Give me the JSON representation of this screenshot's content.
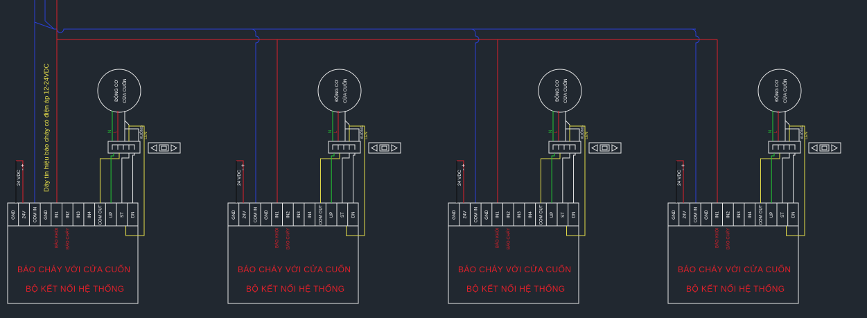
{
  "colors": {
    "background": "#212830",
    "wire_red": "#e0202a",
    "wire_blue": "#2a3fd6",
    "wire_green": "#22cc33",
    "wire_yellow": "#e8e04a",
    "wire_white": "#e8e8e8",
    "wire_black": "#0a0a0a",
    "label_yellow": "#e8e04a",
    "label_red": "#e0202a"
  },
  "diagram": {
    "signal_note": "Dây tín hiệu báo cháy có điện áp 12-24VDC",
    "units": [
      {
        "power_label": "24 VDC",
        "power_polarity": [
          "-",
          "+"
        ],
        "motor_label": [
          "ĐỘNG CƠ",
          "CỬA CUỐN"
        ],
        "motor_wire_labels": [
          "N",
          "L",
          "XUỐNG",
          "LÊN"
        ],
        "terminals": [
          "GND",
          "24V",
          "COM IN",
          "GND",
          "IN1",
          "IN2",
          "IN3",
          "IN4",
          "COM OUT",
          "UP",
          "ST",
          "DN"
        ],
        "input_labels": [
          "BÁO KHÓI",
          "BÁO CHÁY"
        ],
        "title_line1": "BÁO  CHÁY VỚI CỬA CUỐN",
        "title_line2": "BỘ KẾT NỐI HỆ THỐNG"
      },
      {
        "power_label": "24 VDC",
        "power_polarity": [
          "-",
          "+"
        ],
        "motor_label": [
          "ĐỘNG CƠ",
          "CỬA CUỐN"
        ],
        "motor_wire_labels": [
          "N",
          "L",
          "XUỐNG",
          "LÊN"
        ],
        "terminals": [
          "GND",
          "24V",
          "COM IN",
          "GND",
          "IN1",
          "IN2",
          "IN3",
          "IN4",
          "COM OUT",
          "UP",
          "ST",
          "DN"
        ],
        "input_labels": [
          "BÁO KHÓI",
          "BÁO CHÁY"
        ],
        "title_line1": "BÁO  CHÁY VỚI CỬA CUỐN",
        "title_line2": "BỘ KẾT NỐI HỆ THỐNG"
      },
      {
        "power_label": "24 VDC",
        "power_polarity": [
          "-",
          "+"
        ],
        "motor_label": [
          "ĐỘNG CƠ",
          "CỬA CUỐN"
        ],
        "motor_wire_labels": [
          "N",
          "L",
          "XUỐNG",
          "LÊN"
        ],
        "terminals": [
          "GND",
          "24V",
          "COM IN",
          "GND",
          "IN1",
          "IN2",
          "IN3",
          "IN4",
          "COM OUT",
          "UP",
          "ST",
          "DN"
        ],
        "input_labels": [
          "BÁO KHÓI",
          "BÁO CHÁY"
        ],
        "title_line1": "BÁO  CHÁY VỚI CỬA CUỐN",
        "title_line2": "BỘ KẾT NỐI HỆ THỐNG"
      },
      {
        "power_label": "24 VDC",
        "power_polarity": [
          "-",
          "+"
        ],
        "motor_label": [
          "ĐỘNG CƠ",
          "CỬA CUỐN"
        ],
        "motor_wire_labels": [
          "N",
          "L",
          "XUỐNG",
          "LÊN"
        ],
        "terminals": [
          "GND",
          "24V",
          "COM IN",
          "GND",
          "IN1",
          "IN2",
          "IN3",
          "IN4",
          "COM OUT",
          "UP",
          "ST",
          "DN"
        ],
        "input_labels": [
          "BÁO KHÓI",
          "BÁO CHÁY"
        ],
        "title_line1": "BÁO  CHÁY VỚI CỬA CUỐN",
        "title_line2": "BỘ KẾT NỐI HỆ THỐNG"
      }
    ]
  }
}
